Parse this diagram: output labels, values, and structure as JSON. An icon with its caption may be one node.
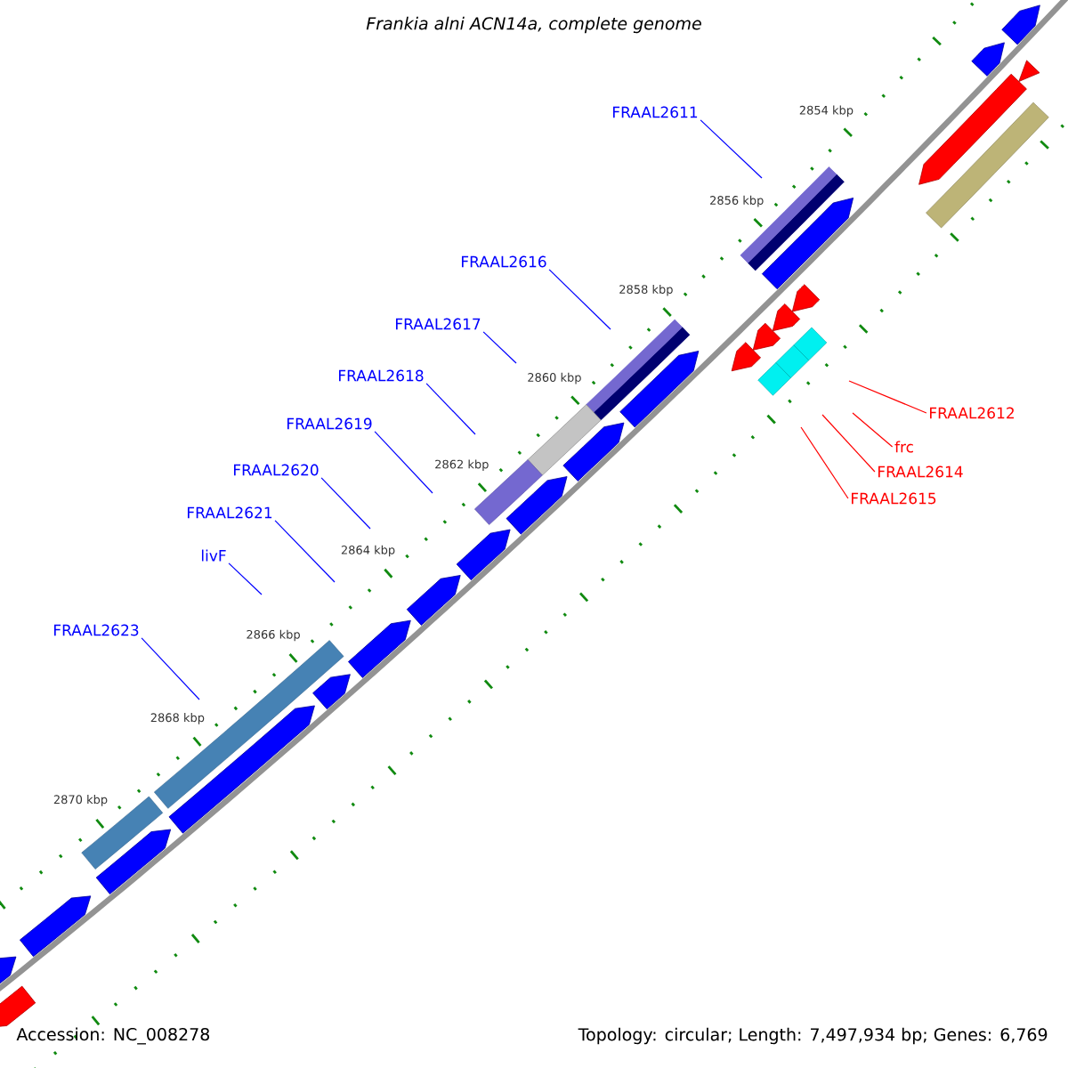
{
  "diagram": {
    "title": "Frankia alni ACN14a, complete genome",
    "nodes": [
      {
        "text": [
          "FRAAL2611"
        ]
      },
      {
        "text": [
          "FRAAL2616"
        ]
      },
      {
        "text": [
          "FRAAL2617"
        ]
      },
      {
        "text": [
          "FRAAL2618"
        ]
      },
      {
        "text": [
          "FRAAL2619"
        ]
      },
      {
        "text": [
          "FRAAL2620"
        ]
      },
      {
        "text": [
          "FRAAL2621"
        ]
      },
      {
        "text": [
          "livF"
        ]
      },
      {
        "text": [
          "FRAAL2623"
        ]
      },
      {
        "text": [
          "FRAAL2612"
        ]
      },
      {
        "text": [
          "frc"
        ]
      },
      {
        "text": [
          "FRAAL2614"
        ]
      },
      {
        "text": [
          "FRAAL2615"
        ]
      }
    ],
    "edges": [
      {
        "from": 0,
        "to": null,
        "arrow": "none"
      },
      {
        "from": 1,
        "to": null,
        "arrow": "none"
      },
      {
        "from": 2,
        "to": null,
        "arrow": "none"
      },
      {
        "from": 3,
        "to": null,
        "arrow": "none"
      },
      {
        "from": 4,
        "to": null,
        "arrow": "none"
      },
      {
        "from": 5,
        "to": null,
        "arrow": "none"
      },
      {
        "from": 6,
        "to": null,
        "arrow": "none"
      },
      {
        "from": 7,
        "to": null,
        "arrow": "none"
      },
      {
        "from": 8,
        "to": null,
        "arrow": "none"
      },
      {
        "from": 9,
        "to": null,
        "arrow": "none",
        "color": "#ff0000"
      },
      {
        "from": 10,
        "to": null,
        "arrow": "none",
        "color": "#ff0000"
      },
      {
        "from": 11,
        "to": null,
        "arrow": "none",
        "color": "#ff0000"
      },
      {
        "from": 12,
        "to": null,
        "arrow": "none",
        "color": "#ff0000"
      }
    ],
    "labels": [
      "2854 kbp",
      "2856 kbp",
      "2858 kbp",
      "2860 kbp",
      "2862 kbp",
      "2864 kbp",
      "2866 kbp",
      "2868 kbp",
      "2870 kbp",
      "Accession: NC_008278",
      "Topology: circular; Length: 7,497,934 bp; Genes: 6,769"
    ]
  }
}
